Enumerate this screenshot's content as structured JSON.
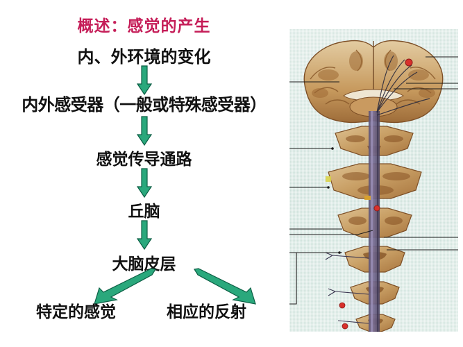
{
  "slide": {
    "title": "概述：感觉的产生",
    "title_color": "#c51d58",
    "background_color": "#ffffff"
  },
  "flowchart": {
    "arrow_color": "#2aa87c",
    "arrow_outline_color": "#0d5f45",
    "steps": [
      {
        "id": "step-1",
        "label": "内、外环境的变化"
      },
      {
        "id": "step-2",
        "label": "内外感受器（一般或特殊感受器）"
      },
      {
        "id": "step-3",
        "label": "感觉传导通路"
      },
      {
        "id": "step-4",
        "label": "丘脑"
      },
      {
        "id": "step-5",
        "label": "大脑皮层"
      }
    ],
    "outcomes": [
      {
        "id": "outcome-left",
        "label": "特定的感觉"
      },
      {
        "id": "outcome-right",
        "label": "相应的反射"
      }
    ],
    "connectors": [
      {
        "id": "arrow-1",
        "from": "step-1",
        "to": "step-2",
        "direction": "down"
      },
      {
        "id": "arrow-2",
        "from": "step-2",
        "to": "step-3",
        "direction": "down"
      },
      {
        "id": "arrow-3",
        "from": "step-3",
        "to": "step-4",
        "direction": "down"
      },
      {
        "id": "arrow-4",
        "from": "step-4",
        "to": "step-5",
        "direction": "down"
      },
      {
        "id": "arrow-5",
        "from": "step-5",
        "to": "outcome-left",
        "direction": "down-left"
      },
      {
        "id": "arrow-6",
        "from": "step-5",
        "to": "outcome-right",
        "direction": "down-right"
      }
    ]
  },
  "figure": {
    "name": "brain-and-spinal-cord-sensory-pathway-illustration",
    "background_color": "#d4e5df",
    "tissue_color": "#c49a63",
    "tract_color": "#6b5f8a",
    "ganglion_color": "#d02a2a",
    "leader_line_color": "#1a1a1a",
    "sections": [
      "cerebrum-coronal-section",
      "midbrain-section",
      "pons-section",
      "medulla-section",
      "cervical-cord-section",
      "thoracic-cord-section",
      "lumbar-cord-section",
      "sacral-cord-section"
    ]
  }
}
